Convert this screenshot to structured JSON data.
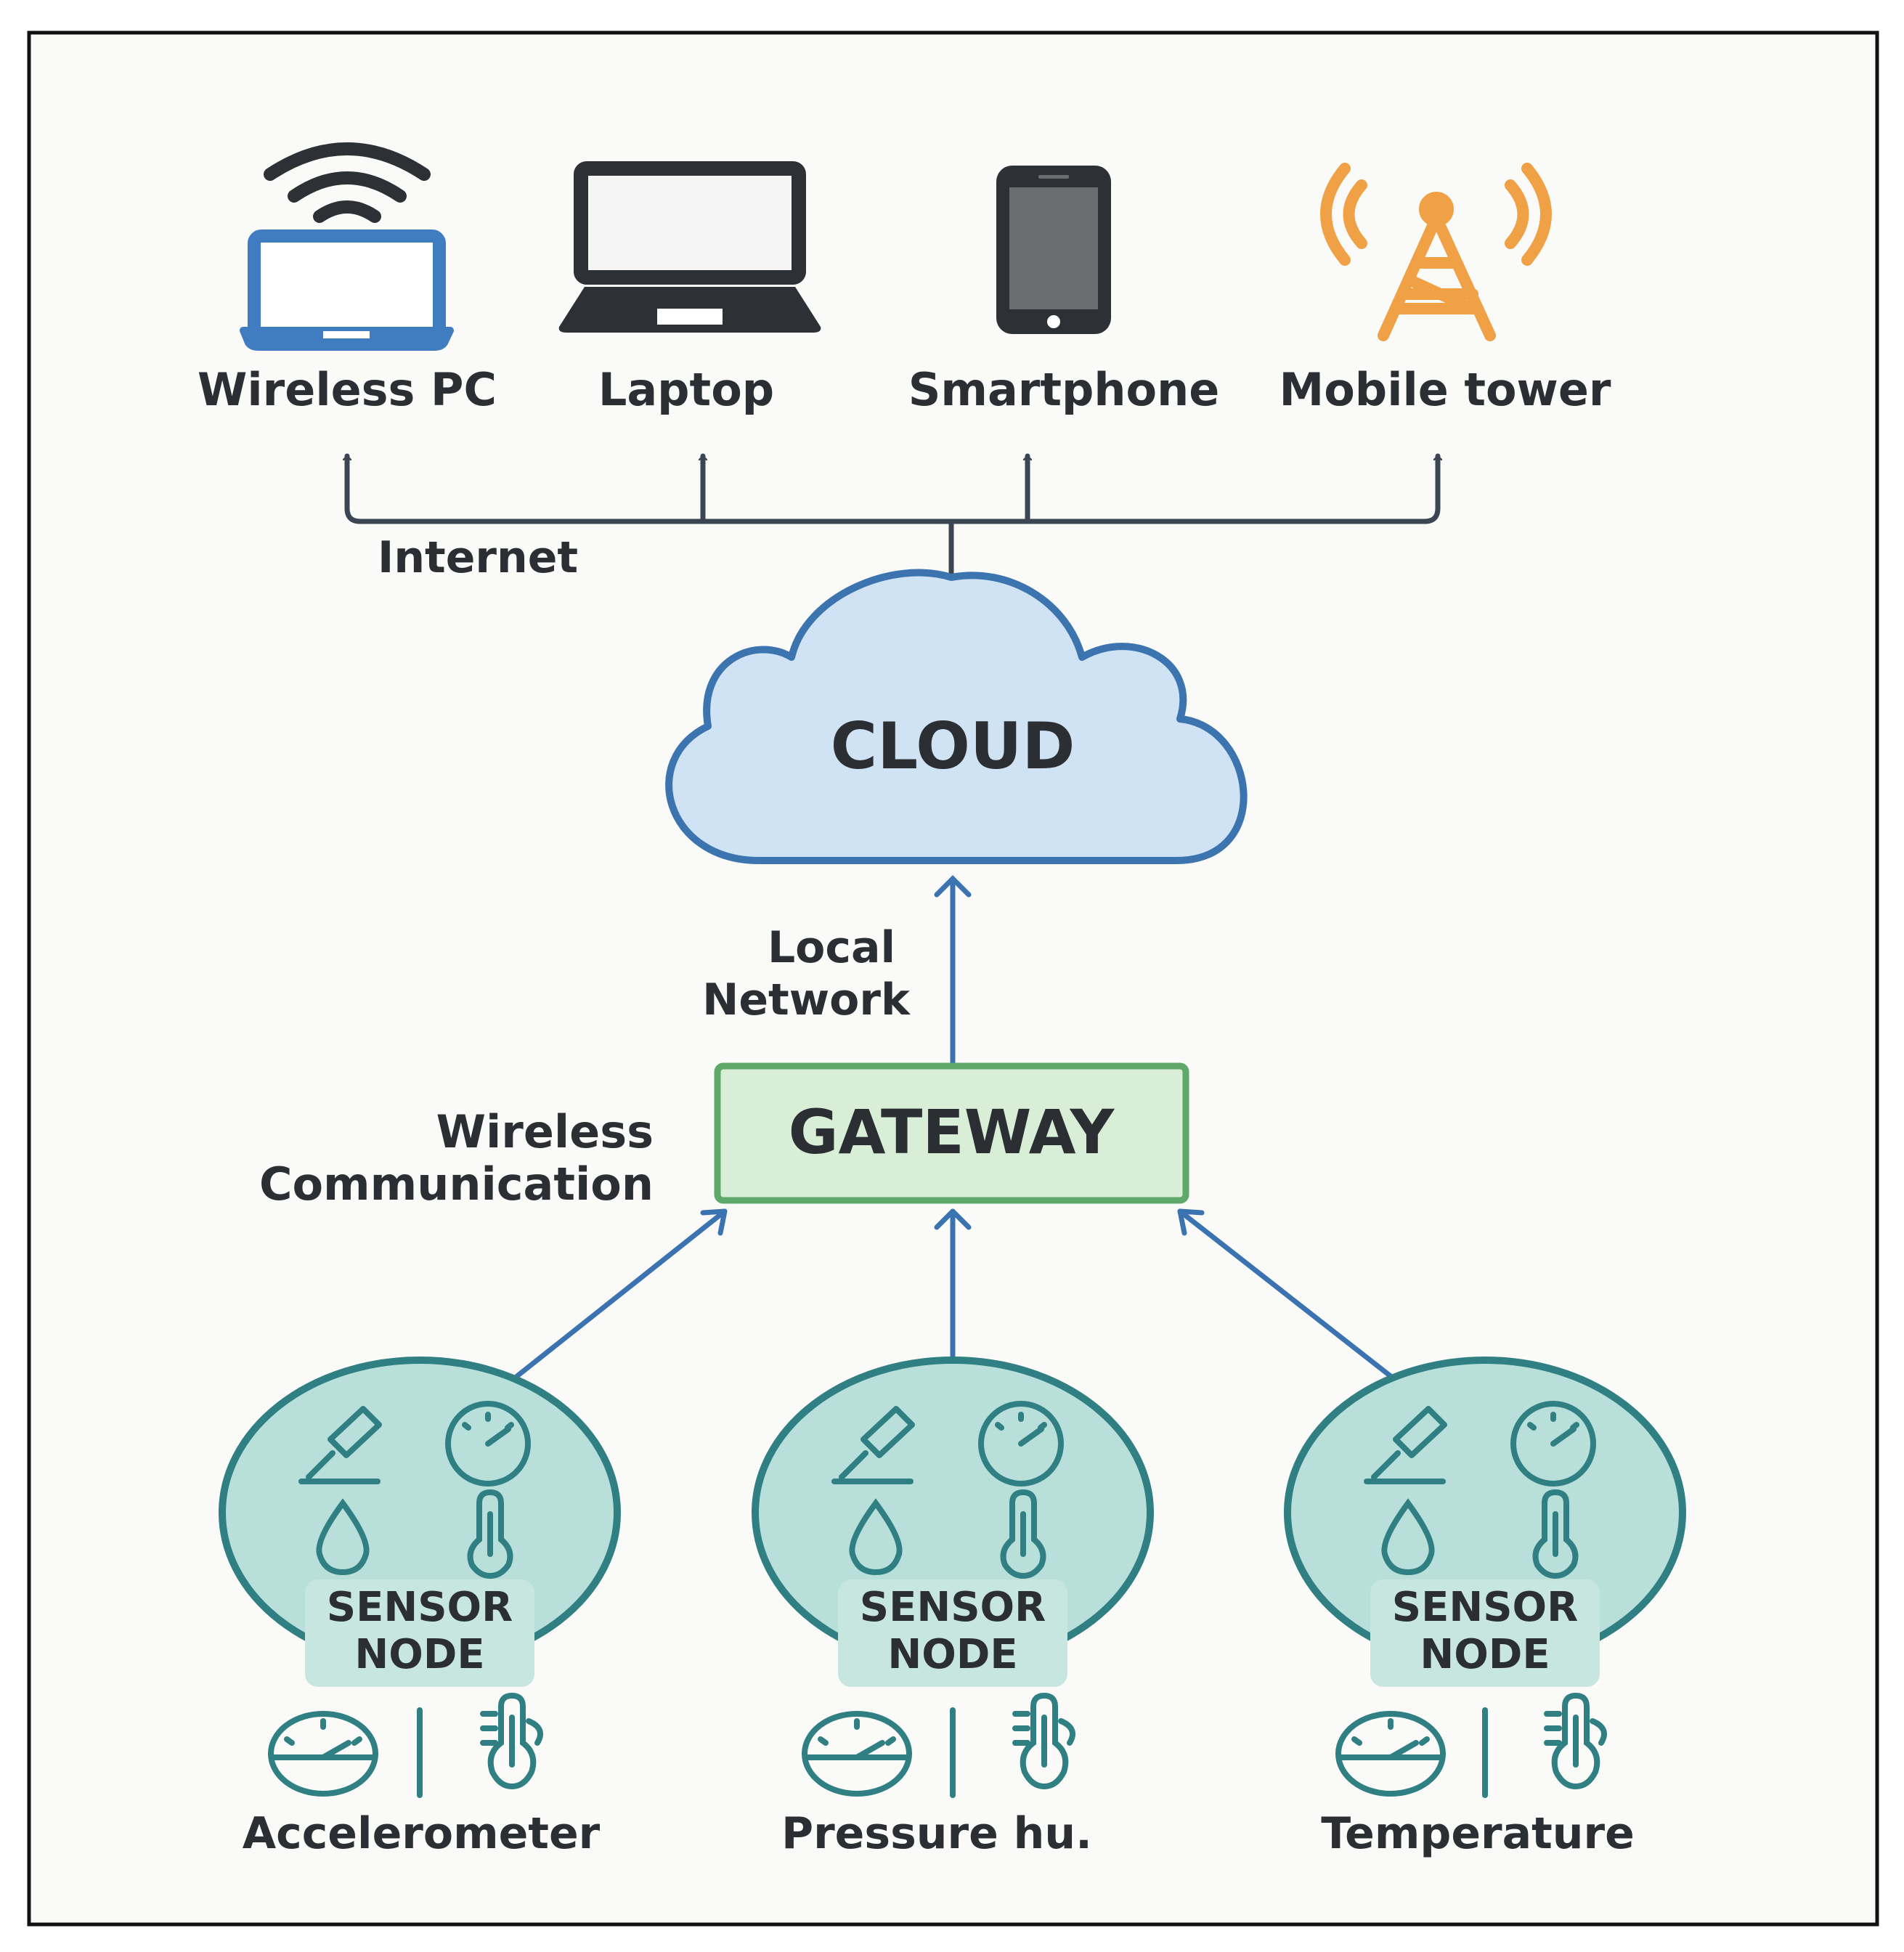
{
  "devices": [
    {
      "label": "Wireless PC",
      "icon": "wireless-pc-icon"
    },
    {
      "label": "Laptop",
      "icon": "laptop-icon"
    },
    {
      "label": "Smartphone",
      "icon": "smartphone-icon"
    },
    {
      "label": "Mobile tower",
      "icon": "mobile-tower-icon"
    }
  ],
  "links": {
    "internet": "Internet",
    "local_network_line1": "Local",
    "local_network_line2": "Network",
    "wireless_line1": "Wireless",
    "wireless_line2": "Communication"
  },
  "cloud": {
    "label": "CLOUD"
  },
  "gateway": {
    "label": "GATEWAY"
  },
  "sensor_nodes": [
    {
      "line1": "SENSOR",
      "line2": "NODE",
      "caption": "Accelerometer"
    },
    {
      "line1": "SENSOR",
      "line2": "NODE",
      "caption": "Pressure hu."
    },
    {
      "line1": "SENSOR",
      "line2": "NODE",
      "caption": "Temperature"
    }
  ],
  "colors": {
    "line_dark": "#3b4652",
    "line_blue": "#3b73b0",
    "cloud_fill": "#cfe3f5",
    "cloud_stroke": "#3c74b0",
    "gateway_fill": "#d8eed6",
    "gateway_stroke": "#5ea86a",
    "node_fill": "#b8dfd9",
    "node_stroke": "#2f7f83",
    "tower": "#f0a146",
    "wireless_pc": "#3f7cc0"
  }
}
